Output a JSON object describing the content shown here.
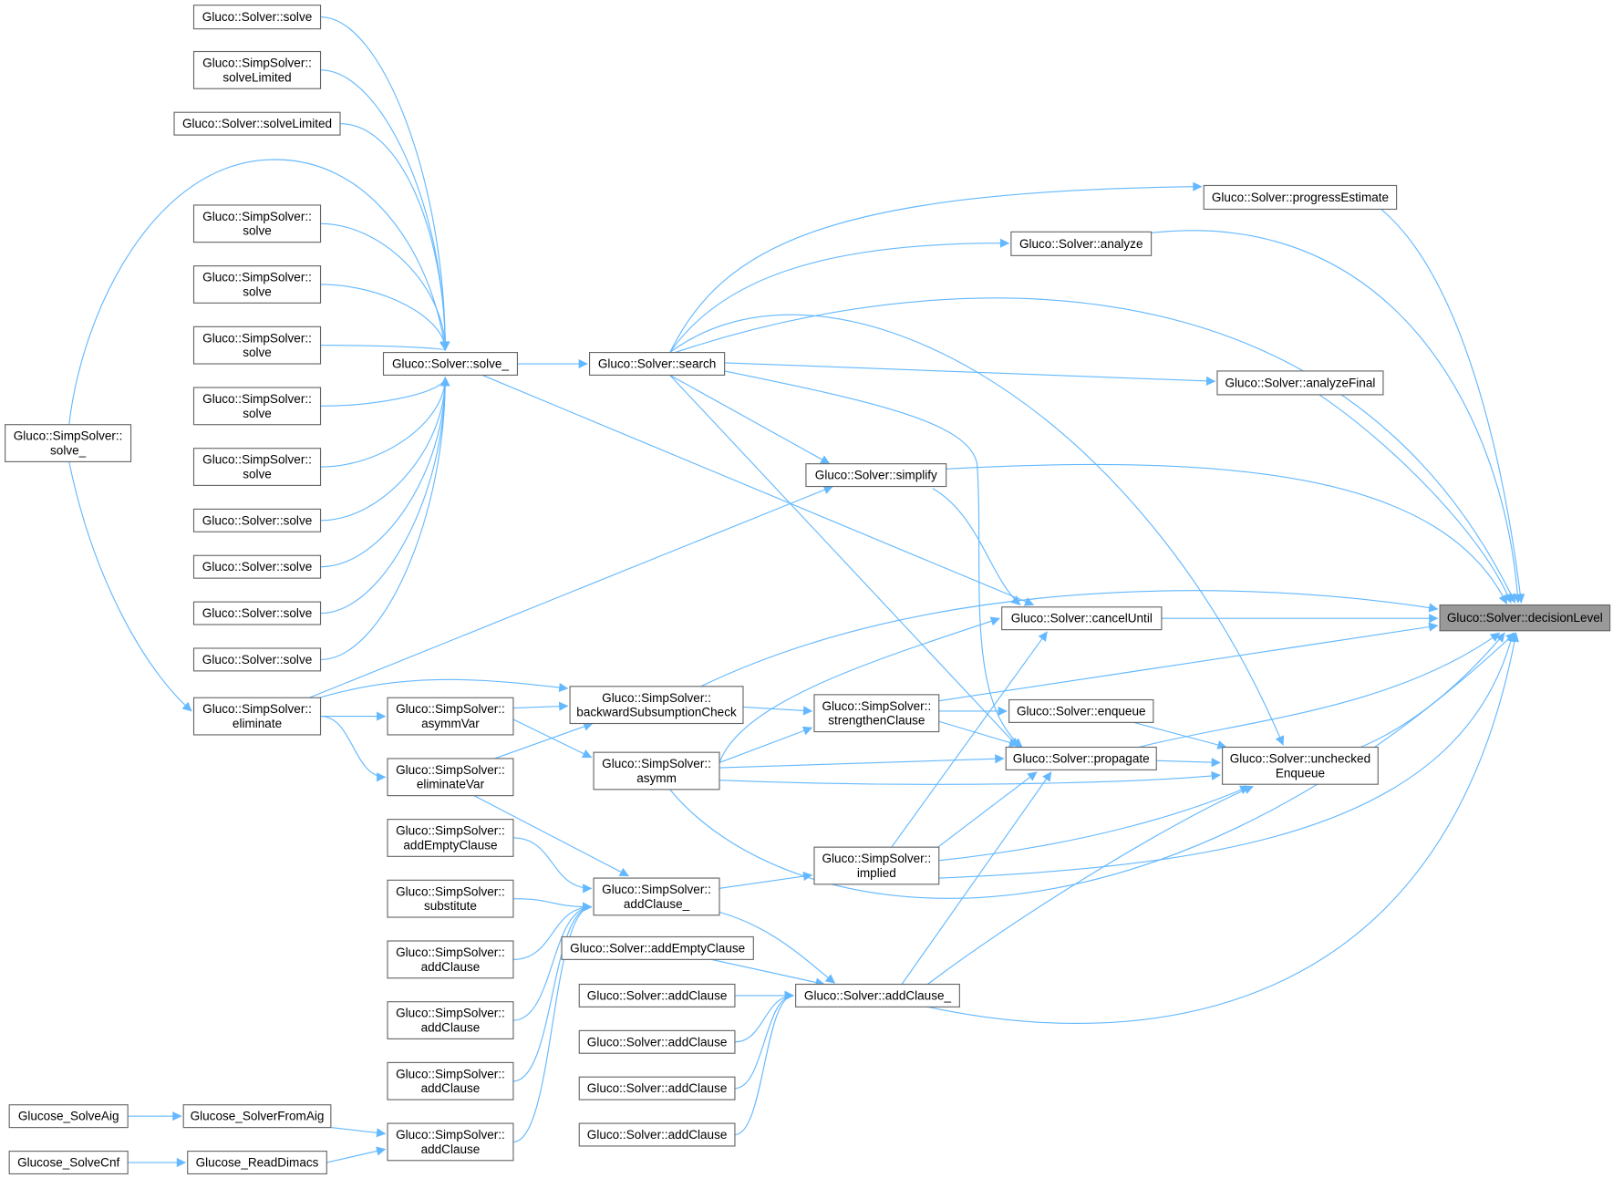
{
  "graph": {
    "title": "Gluco::Solver::decisionLevel caller graph",
    "edge_color": "#63b8ff",
    "highlight_color": "#999999",
    "nodes": [
      {
        "id": "n1",
        "lines": [
          "Gluco::Solver::solve"
        ]
      },
      {
        "id": "n2",
        "lines": [
          "Gluco::SimpSolver::",
          "solveLimited"
        ]
      },
      {
        "id": "n3",
        "lines": [
          "Gluco::Solver::solveLimited"
        ]
      },
      {
        "id": "n4",
        "lines": [
          "Gluco::SimpSolver::",
          "solve"
        ]
      },
      {
        "id": "n5",
        "lines": [
          "Gluco::SimpSolver::",
          "solve"
        ]
      },
      {
        "id": "n6",
        "lines": [
          "Gluco::SimpSolver::",
          "solve"
        ]
      },
      {
        "id": "n7",
        "lines": [
          "Gluco::SimpSolver::",
          "solve"
        ]
      },
      {
        "id": "n8",
        "lines": [
          "Gluco::SimpSolver::",
          "solve"
        ]
      },
      {
        "id": "n9",
        "lines": [
          "Gluco::Solver::solve"
        ]
      },
      {
        "id": "n10",
        "lines": [
          "Gluco::Solver::solve"
        ]
      },
      {
        "id": "n11",
        "lines": [
          "Gluco::Solver::solve"
        ]
      },
      {
        "id": "n12",
        "lines": [
          "Gluco::Solver::solve"
        ]
      },
      {
        "id": "n13",
        "lines": [
          "Gluco::SimpSolver::",
          "solve_"
        ]
      },
      {
        "id": "n14",
        "lines": [
          "Gluco::SimpSolver::",
          "eliminate"
        ]
      },
      {
        "id": "n15",
        "lines": [
          "Gluco::Solver::solve_"
        ]
      },
      {
        "id": "n16",
        "lines": [
          "Gluco::Solver::search"
        ]
      },
      {
        "id": "n17",
        "lines": [
          "Gluco::Solver::progressEstimate"
        ]
      },
      {
        "id": "n18",
        "lines": [
          "Gluco::Solver::analyze"
        ]
      },
      {
        "id": "n19",
        "lines": [
          "Gluco::Solver::analyzeFinal"
        ]
      },
      {
        "id": "n20",
        "lines": [
          "Gluco::Solver::simplify"
        ]
      },
      {
        "id": "n21",
        "lines": [
          "Gluco::Solver::cancelUntil"
        ]
      },
      {
        "id": "n22",
        "lines": [
          "Gluco::SimpSolver::",
          "backwardSubsumptionCheck"
        ]
      },
      {
        "id": "n23",
        "lines": [
          "Gluco::SimpSolver::",
          "asymmVar"
        ]
      },
      {
        "id": "n24",
        "lines": [
          "Gluco::SimpSolver::",
          "strengthenClause"
        ]
      },
      {
        "id": "n25",
        "lines": [
          "Gluco::Solver::enqueue"
        ]
      },
      {
        "id": "n26",
        "lines": [
          "Gluco::SimpSolver::",
          "asymm"
        ]
      },
      {
        "id": "n27",
        "lines": [
          "Gluco::Solver::propagate"
        ]
      },
      {
        "id": "n28",
        "lines": [
          "Gluco::Solver::unchecked",
          "Enqueue"
        ]
      },
      {
        "id": "n29",
        "lines": [
          "Gluco::SimpSolver::",
          "eliminateVar"
        ]
      },
      {
        "id": "n30",
        "lines": [
          "Gluco::SimpSolver::",
          "implied"
        ]
      },
      {
        "id": "n31",
        "lines": [
          "Gluco::SimpSolver::",
          "addEmptyClause"
        ]
      },
      {
        "id": "n32",
        "lines": [
          "Gluco::SimpSolver::",
          "substitute"
        ]
      },
      {
        "id": "n33",
        "lines": [
          "Gluco::SimpSolver::",
          "addClause_"
        ]
      },
      {
        "id": "n34",
        "lines": [
          "Gluco::SimpSolver::",
          "addClause"
        ]
      },
      {
        "id": "n35",
        "lines": [
          "Gluco::SimpSolver::",
          "addClause"
        ]
      },
      {
        "id": "n36",
        "lines": [
          "Gluco::SimpSolver::",
          "addClause"
        ]
      },
      {
        "id": "n37",
        "lines": [
          "Gluco::SimpSolver::",
          "addClause"
        ]
      },
      {
        "id": "n38",
        "lines": [
          "Gluco::Solver::addEmptyClause"
        ]
      },
      {
        "id": "n39",
        "lines": [
          "Gluco::Solver::addClause_"
        ]
      },
      {
        "id": "n40",
        "lines": [
          "Gluco::Solver::addClause"
        ]
      },
      {
        "id": "n41",
        "lines": [
          "Gluco::Solver::addClause"
        ]
      },
      {
        "id": "n42",
        "lines": [
          "Gluco::Solver::addClause"
        ]
      },
      {
        "id": "n43",
        "lines": [
          "Gluco::Solver::addClause"
        ]
      },
      {
        "id": "n44",
        "lines": [
          "Glucose_SolveAig"
        ]
      },
      {
        "id": "n45",
        "lines": [
          "Glucose_SolverFromAig"
        ]
      },
      {
        "id": "n46",
        "lines": [
          "Glucose_SolveCnf"
        ]
      },
      {
        "id": "n47",
        "lines": [
          "Glucose_ReadDimacs"
        ]
      },
      {
        "id": "n48",
        "lines": [
          "Gluco::Solver::decisionLevel"
        ],
        "highlighted": true
      }
    ],
    "edges": [
      [
        "n1",
        "n15"
      ],
      [
        "n2",
        "n15"
      ],
      [
        "n3",
        "n15"
      ],
      [
        "n4",
        "n15"
      ],
      [
        "n5",
        "n15"
      ],
      [
        "n6",
        "n15"
      ],
      [
        "n7",
        "n15"
      ],
      [
        "n8",
        "n15"
      ],
      [
        "n9",
        "n15"
      ],
      [
        "n10",
        "n15"
      ],
      [
        "n11",
        "n15"
      ],
      [
        "n12",
        "n15"
      ],
      [
        "n13",
        "n15"
      ],
      [
        "n13",
        "n14"
      ],
      [
        "n15",
        "n16"
      ],
      [
        "n15",
        "n21"
      ],
      [
        "n16",
        "n17"
      ],
      [
        "n16",
        "n18"
      ],
      [
        "n16",
        "n19"
      ],
      [
        "n16",
        "n20"
      ],
      [
        "n16",
        "n27"
      ],
      [
        "n16",
        "n27"
      ],
      [
        "n16",
        "n28"
      ],
      [
        "n16",
        "n48"
      ],
      [
        "n17",
        "n48"
      ],
      [
        "n18",
        "n48"
      ],
      [
        "n19",
        "n48"
      ],
      [
        "n20",
        "n48"
      ],
      [
        "n20",
        "n21"
      ],
      [
        "n21",
        "n48"
      ],
      [
        "n14",
        "n20"
      ],
      [
        "n14",
        "n22"
      ],
      [
        "n14",
        "n23"
      ],
      [
        "n14",
        "n29"
      ],
      [
        "n22",
        "n24"
      ],
      [
        "n22",
        "n48"
      ],
      [
        "n23",
        "n22"
      ],
      [
        "n23",
        "n26"
      ],
      [
        "n29",
        "n22"
      ],
      [
        "n29",
        "n33"
      ],
      [
        "n24",
        "n25"
      ],
      [
        "n24",
        "n27"
      ],
      [
        "n24",
        "n48"
      ],
      [
        "n26",
        "n21"
      ],
      [
        "n26",
        "n24"
      ],
      [
        "n26",
        "n27"
      ],
      [
        "n26",
        "n28"
      ],
      [
        "n26",
        "n48"
      ],
      [
        "n25",
        "n28"
      ],
      [
        "n27",
        "n28"
      ],
      [
        "n27",
        "n48"
      ],
      [
        "n28",
        "n48"
      ],
      [
        "n30",
        "n21"
      ],
      [
        "n30",
        "n27"
      ],
      [
        "n30",
        "n28"
      ],
      [
        "n30",
        "n48"
      ],
      [
        "n33",
        "n30"
      ],
      [
        "n33",
        "n39"
      ],
      [
        "n31",
        "n33"
      ],
      [
        "n32",
        "n33"
      ],
      [
        "n34",
        "n33"
      ],
      [
        "n35",
        "n33"
      ],
      [
        "n36",
        "n33"
      ],
      [
        "n37",
        "n33"
      ],
      [
        "n38",
        "n39"
      ],
      [
        "n40",
        "n39"
      ],
      [
        "n41",
        "n39"
      ],
      [
        "n42",
        "n39"
      ],
      [
        "n43",
        "n39"
      ],
      [
        "n39",
        "n27"
      ],
      [
        "n39",
        "n28"
      ],
      [
        "n39",
        "n48"
      ],
      [
        "n44",
        "n45"
      ],
      [
        "n45",
        "n37"
      ],
      [
        "n46",
        "n47"
      ],
      [
        "n47",
        "n37"
      ]
    ]
  }
}
